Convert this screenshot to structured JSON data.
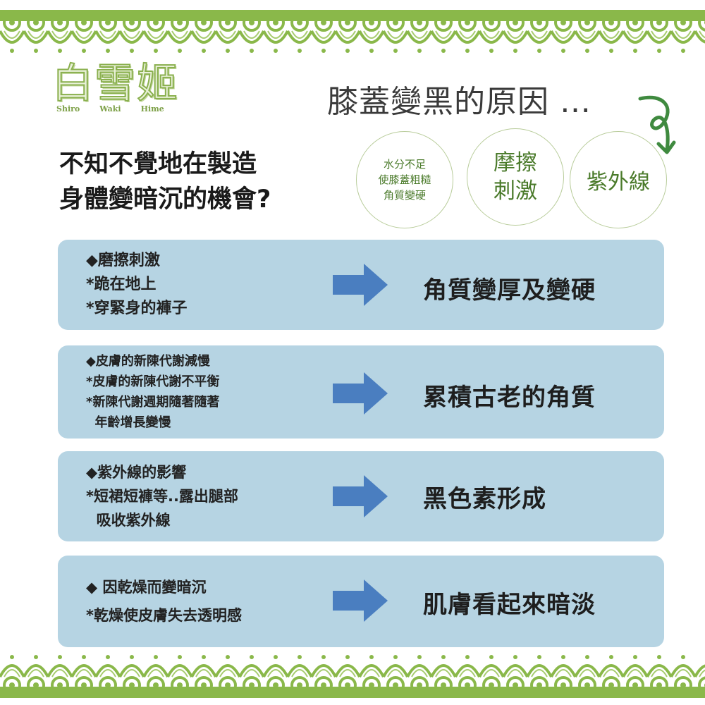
{
  "colors": {
    "lace": "#8ab84a",
    "box": "#b6d4e3",
    "arrow": "#4a7ec0",
    "swirl": "#3f8a3f"
  },
  "logo": {
    "main": "白雪姬",
    "sub": [
      "Shiro",
      "Waki",
      "Hime"
    ]
  },
  "heading": "膝蓋變黑的原因 …",
  "question": {
    "line1": "不知不覺地在製造",
    "line2": "身體變暗沉的機會?"
  },
  "circles": [
    {
      "text": "水分不足\n使膝蓋粗糙\n角質變硬"
    },
    {
      "text": "摩擦\n刺激"
    },
    {
      "text": "紫外線"
    }
  ],
  "rows": [
    {
      "lines": [
        "◆磨擦刺激",
        "*跪在地上",
        "*穿緊身的褲子"
      ],
      "result": "角質變厚及變硬"
    },
    {
      "lines": [
        "◆皮膚的新陳代謝減慢",
        "*皮膚的新陳代謝不平衡",
        "*新陳代謝週期隨著隨著",
        "  年齡增長變慢"
      ],
      "result": "累積古老的角質"
    },
    {
      "lines": [
        "◆紫外線的影響",
        "*短裙短褲等..露出腿部",
        "  吸收紫外線"
      ],
      "result": "黑色素形成"
    },
    {
      "lines": [
        "◆ 因乾燥而變暗沉",
        "*乾燥使皮膚失去透明感"
      ],
      "result": "肌膚看起來暗淡"
    }
  ]
}
